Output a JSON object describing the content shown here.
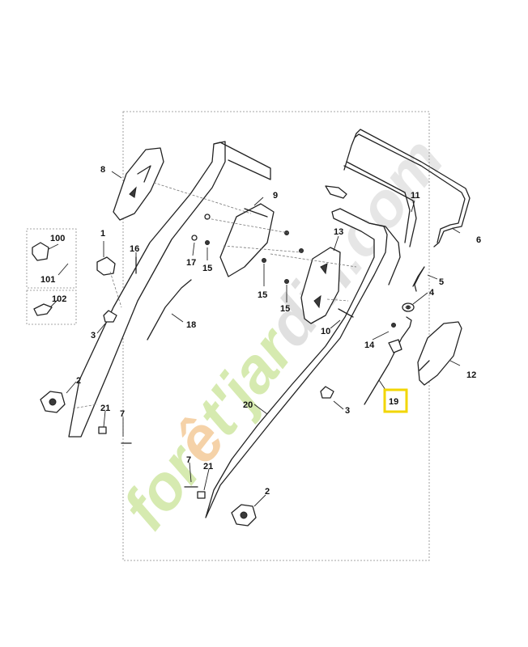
{
  "diagram": {
    "watermark": "forêt'jardin.com",
    "highlight_color": "#f2d600",
    "highlighted_part": "19",
    "part_labels": {
      "p1": "1",
      "p2a": "2",
      "p2b": "2",
      "p3a": "3",
      "p3b": "3",
      "p4": "4",
      "p5": "5",
      "p6": "6",
      "p7a": "7",
      "p7b": "7",
      "p8": "8",
      "p9": "9",
      "p10": "10",
      "p11": "11",
      "p12": "12",
      "p13": "13",
      "p14": "14",
      "p15a": "15",
      "p15b": "15",
      "p15c": "15",
      "p16": "16",
      "p17": "17",
      "p18": "18",
      "p19": "19",
      "p20": "20",
      "p21a": "21",
      "p21b": "21",
      "p100": "100",
      "p101": "101",
      "p102": "102"
    }
  }
}
